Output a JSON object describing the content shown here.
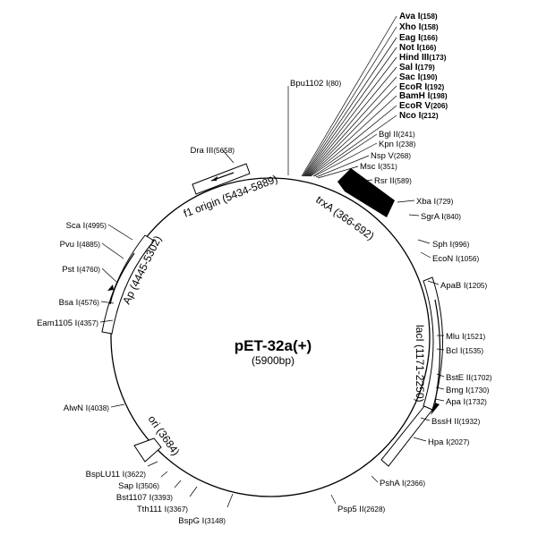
{
  "plasmid": {
    "name": "pET-32a(+)",
    "size_label": "(5900bp)"
  },
  "features": {
    "f1_origin": "f1 origin (5434-5889)",
    "trxA": "trxA (366-692)",
    "lacI": "lacI (1171-2250)",
    "ap": "Ap (4445-5302)",
    "ori": "ori (3684)"
  },
  "sites": {
    "top_cluster": [
      {
        "name": "Ava I",
        "pos": "(158)"
      },
      {
        "name": "Xho I",
        "pos": "(158)"
      },
      {
        "name": "Eag I",
        "pos": "(166)"
      },
      {
        "name": "Not I",
        "pos": "(166)"
      },
      {
        "name": "Hind III",
        "pos": "(173)"
      },
      {
        "name": "Sal I",
        "pos": "(179)"
      },
      {
        "name": "Sac I",
        "pos": "(190)"
      },
      {
        "name": "EcoR I",
        "pos": "(192)"
      },
      {
        "name": "BamH I",
        "pos": "(198)"
      },
      {
        "name": "EcoR V",
        "pos": "(206)"
      },
      {
        "name": "Nco I",
        "pos": "(212)"
      }
    ],
    "bpu1102": {
      "name": "Bpu1102 I",
      "pos": "(80)"
    },
    "bgl2": {
      "name": "Bgl II",
      "pos": "(241)"
    },
    "kpn": {
      "name": "Kpn I",
      "pos": "(238)"
    },
    "nspv": {
      "name": "Nsp V",
      "pos": "(268)"
    },
    "msc": {
      "name": "Msc I",
      "pos": "(351)"
    },
    "rsr": {
      "name": "Rsr II",
      "pos": "(589)"
    },
    "xba": {
      "name": "Xba I",
      "pos": "(729)"
    },
    "sgra": {
      "name": "SgrA I",
      "pos": "(840)"
    },
    "sph": {
      "name": "Sph I",
      "pos": "(996)"
    },
    "econ": {
      "name": "EcoN I",
      "pos": "(1056)"
    },
    "apab": {
      "name": "ApaB I",
      "pos": "(1205)"
    },
    "mlu": {
      "name": "Mlu I",
      "pos": "(1521)"
    },
    "bcl": {
      "name": "Bcl I",
      "pos": "(1535)"
    },
    "bste2": {
      "name": "BstE II",
      "pos": "(1702)"
    },
    "bmg": {
      "name": "Bmg I",
      "pos": "(1730)"
    },
    "apa": {
      "name": "Apa I",
      "pos": "(1732)"
    },
    "bssh2": {
      "name": "BssH II",
      "pos": "(1932)"
    },
    "hpa": {
      "name": "Hpa I",
      "pos": "(2027)"
    },
    "psha": {
      "name": "PshA I",
      "pos": "(2366)"
    },
    "psp5": {
      "name": "Psp5 II",
      "pos": "(2628)"
    },
    "bspg": {
      "name": "BspG I",
      "pos": "(3148)"
    },
    "tth111": {
      "name": "Tth111 I",
      "pos": "(3367)"
    },
    "bst1107": {
      "name": "Bst1107 I",
      "pos": "(3393)"
    },
    "sap": {
      "name": "Sap I",
      "pos": "(3506)"
    },
    "bsplu11": {
      "name": "BspLU11 I",
      "pos": "(3622)"
    },
    "alwn": {
      "name": "AlwN I",
      "pos": "(4038)"
    },
    "eam1105": {
      "name": "Eam1105 I",
      "pos": "(4357)"
    },
    "bsa": {
      "name": "Bsa I",
      "pos": "(4576)"
    },
    "pst": {
      "name": "Pst I",
      "pos": "(4760)"
    },
    "pvu": {
      "name": "Pvu I",
      "pos": "(4885)"
    },
    "sca": {
      "name": "Sca I",
      "pos": "(4995)"
    },
    "dra3": {
      "name": "Dra III",
      "pos": "(5658)"
    }
  }
}
